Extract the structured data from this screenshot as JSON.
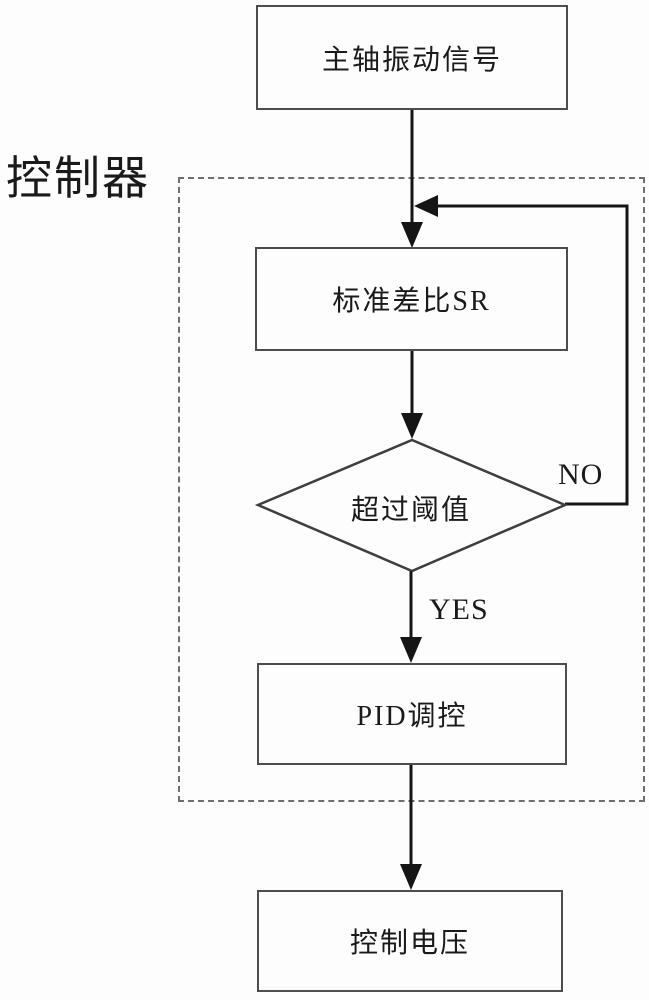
{
  "diagram": {
    "type": "flowchart",
    "region_label": "控制器",
    "nodes": [
      {
        "id": "start",
        "shape": "rect",
        "label": "主轴振动信号"
      },
      {
        "id": "sr",
        "shape": "rect",
        "label": "标准差比SR"
      },
      {
        "id": "threshold",
        "shape": "diamond",
        "label": "超过阈值"
      },
      {
        "id": "pid",
        "shape": "rect",
        "label": "PID调控"
      },
      {
        "id": "output",
        "shape": "rect",
        "label": "控制电压"
      }
    ],
    "edges": [
      {
        "from": "start",
        "to": "sr",
        "label": ""
      },
      {
        "from": "sr",
        "to": "threshold",
        "label": ""
      },
      {
        "from": "threshold",
        "to": "pid",
        "label": "YES"
      },
      {
        "from": "threshold",
        "to": "sr",
        "label": "NO",
        "style": "feedback-loop"
      },
      {
        "from": "pid",
        "to": "output",
        "label": ""
      }
    ],
    "edge_labels": {
      "no": "NO",
      "yes": "YES"
    },
    "colors": {
      "background": "#fdfdfd",
      "line": "#151515",
      "box_border": "#4d4d4d",
      "dashed_border": "#6f6f6f",
      "text": "#1a1a1a"
    }
  }
}
